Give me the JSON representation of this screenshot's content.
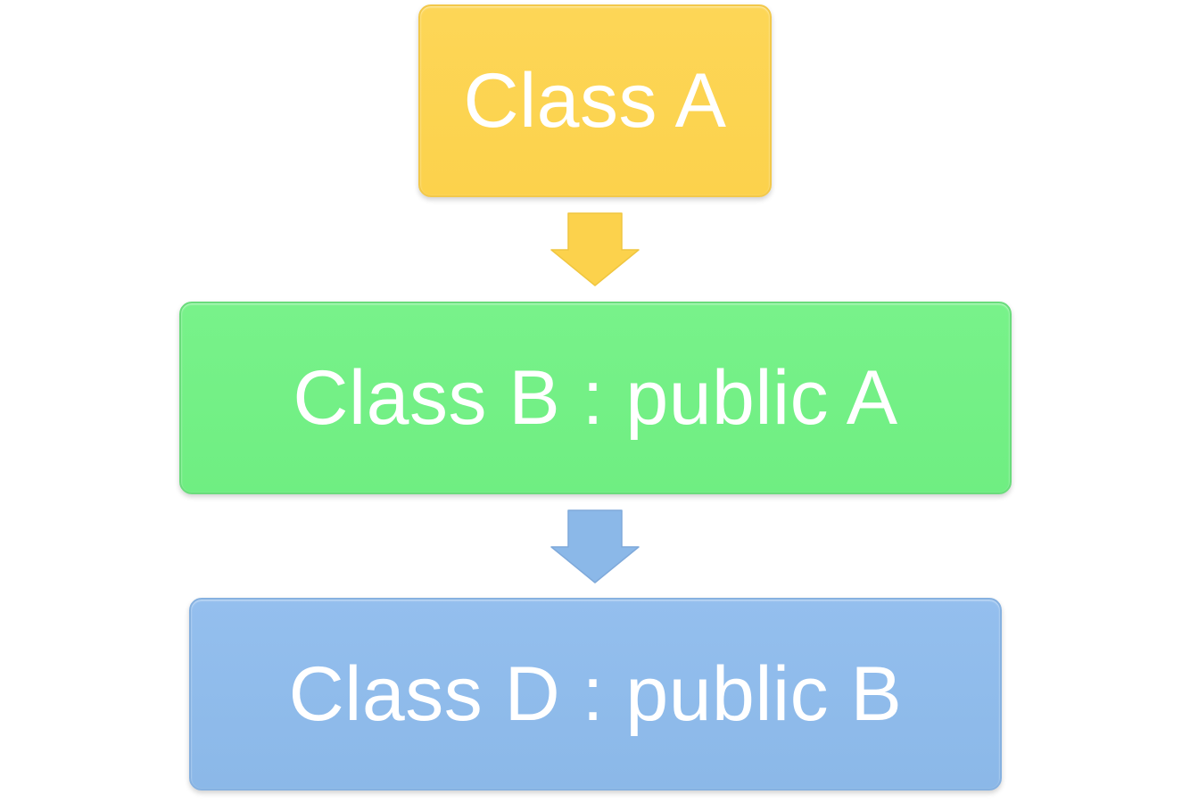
{
  "nodes": [
    {
      "id": "class-a",
      "label": "Class A",
      "color": "#FCD24C"
    },
    {
      "id": "class-b",
      "label": "Class B : public A",
      "color": "#6FEE82"
    },
    {
      "id": "class-d",
      "label": "Class D : public B",
      "color": "#8BB8E8"
    }
  ],
  "edges": [
    {
      "from": "class-a",
      "to": "class-b",
      "color": "#FCD24C"
    },
    {
      "from": "class-b",
      "to": "class-d",
      "color": "#8BB8E8"
    }
  ]
}
